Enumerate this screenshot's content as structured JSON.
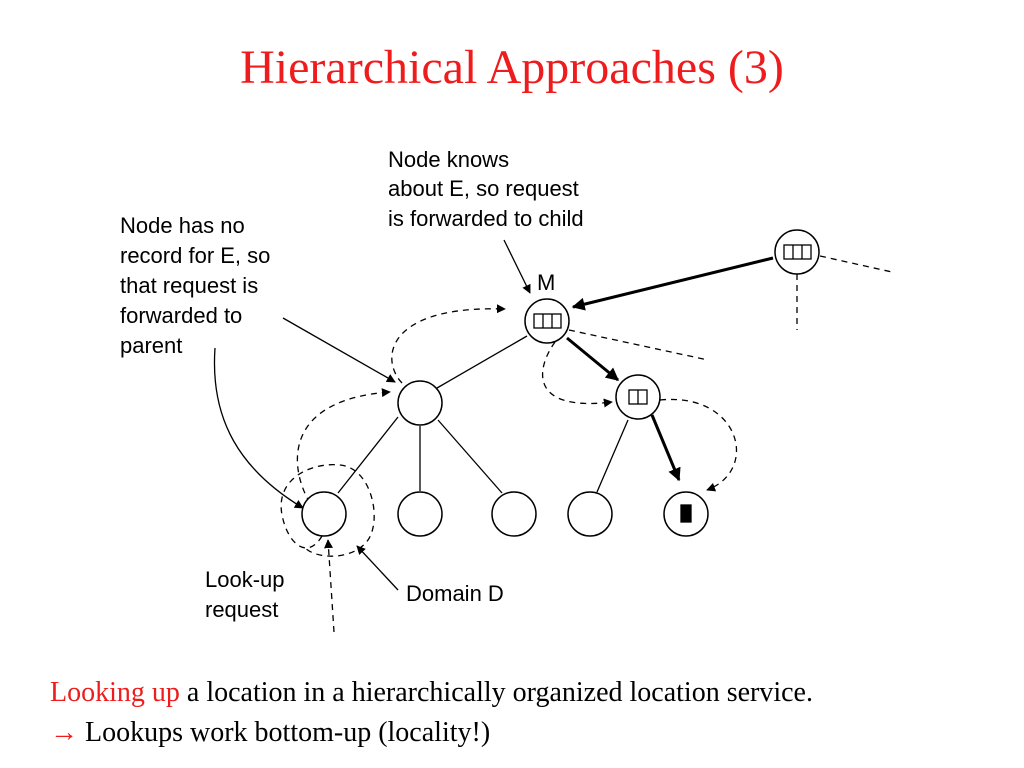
{
  "slide": {
    "title": "Hierarchical Approaches (3)"
  },
  "diagram": {
    "label_node_knows": [
      "Node knows",
      "about E, so request",
      "is forwarded to child"
    ],
    "label_no_record": [
      "Node has no",
      "record for E, so",
      "that request is",
      "forwarded to",
      "parent"
    ],
    "label_m": "M",
    "label_lookup": [
      "Look-up",
      "request"
    ],
    "label_domain": "Domain D"
  },
  "caption": {
    "line1_highlight": "Looking up",
    "line1_rest": " a location in a hierarchically organized location service.",
    "line2_arrow": "→",
    "line2_text": " Lookups work bottom-up (locality!)"
  },
  "colors": {
    "accent": "#ee1c1c",
    "ink": "#000000"
  }
}
